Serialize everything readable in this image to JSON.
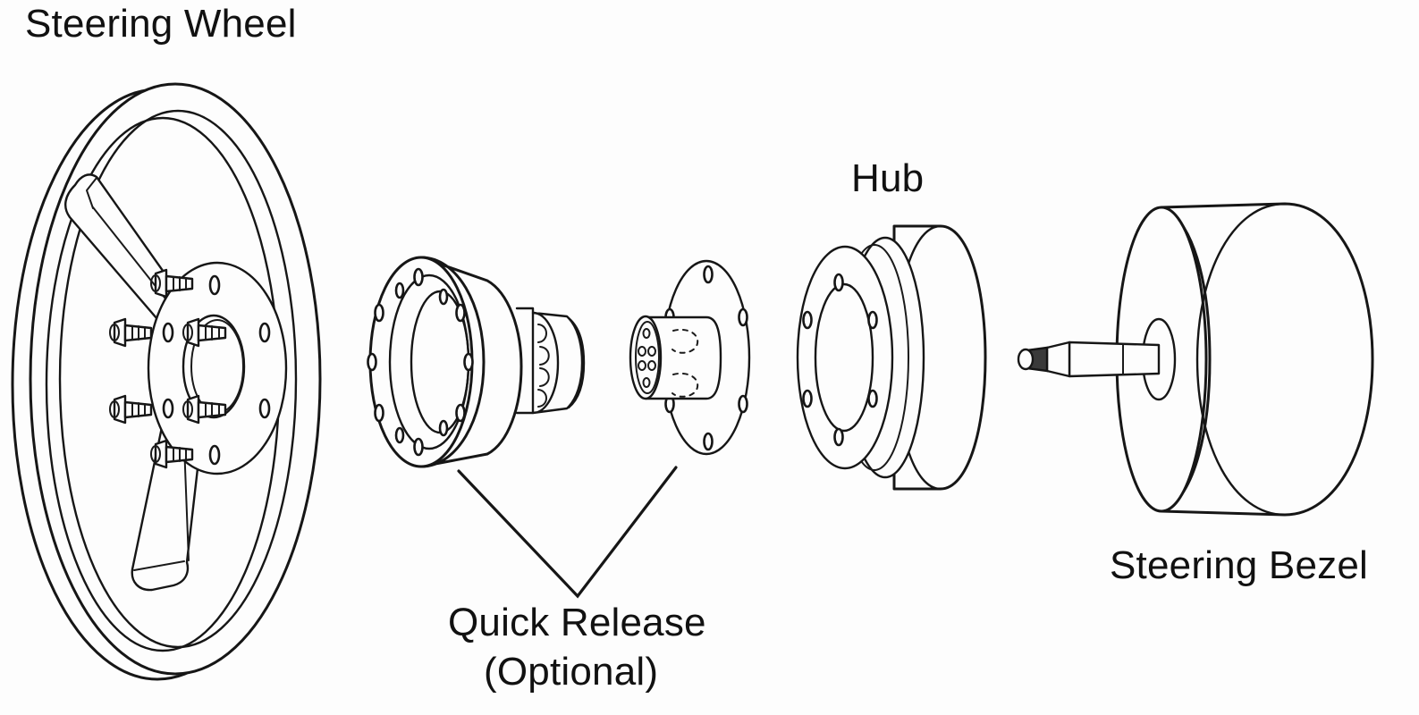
{
  "diagram": {
    "title": "Steering Wheel Assembly Exploded View",
    "background_color": "#fdfdfd",
    "line_color": "#161616",
    "accent_dark": "#3a3a3a",
    "labels": {
      "steering_wheel": "Steering Wheel",
      "hub": "Hub",
      "quick_release": "Quick Release",
      "quick_release_sub": "(Optional)",
      "steering_bezel": "Steering Bezel"
    },
    "components": [
      {
        "id": "steering-wheel",
        "label": "Steering Wheel",
        "description": "Large dished wheel rim shown in perspective with two spokes, a center mounting plate with six bolt holes and six hex-head bolts",
        "bolt_hole_count": 6,
        "bolt_count": 6,
        "spoke_count": 2
      },
      {
        "id": "quick-release-male",
        "label": "Quick Release",
        "description": "Male quick release half: bolt flange with twelve perimeter holes, stepped conical body and splined engagement collar",
        "flange_hole_count": 12
      },
      {
        "id": "quick-release-female",
        "label": "Quick Release",
        "description": "Female quick release half: circular bolt flange with six holes and a cylindrical barrel with locking pin detail",
        "flange_hole_count": 6,
        "pin_count": 6
      },
      {
        "id": "hub",
        "label": "Hub",
        "description": "Cylindrical steering hub adapter with flanged face plate carrying six bolt holes",
        "bolt_hole_count": 6
      },
      {
        "id": "steering-bezel",
        "label": "Steering Bezel",
        "description": "Truncated cone bezel housing with protruding steering shaft having a dark splined tip",
        "shaft_tip_finish": "splined"
      }
    ],
    "leaders": [
      {
        "id": "quick-release-leader",
        "from": "quick-release-male and quick-release-female",
        "to": "Quick Release (Optional)",
        "shape": "v-shaped"
      }
    ]
  }
}
